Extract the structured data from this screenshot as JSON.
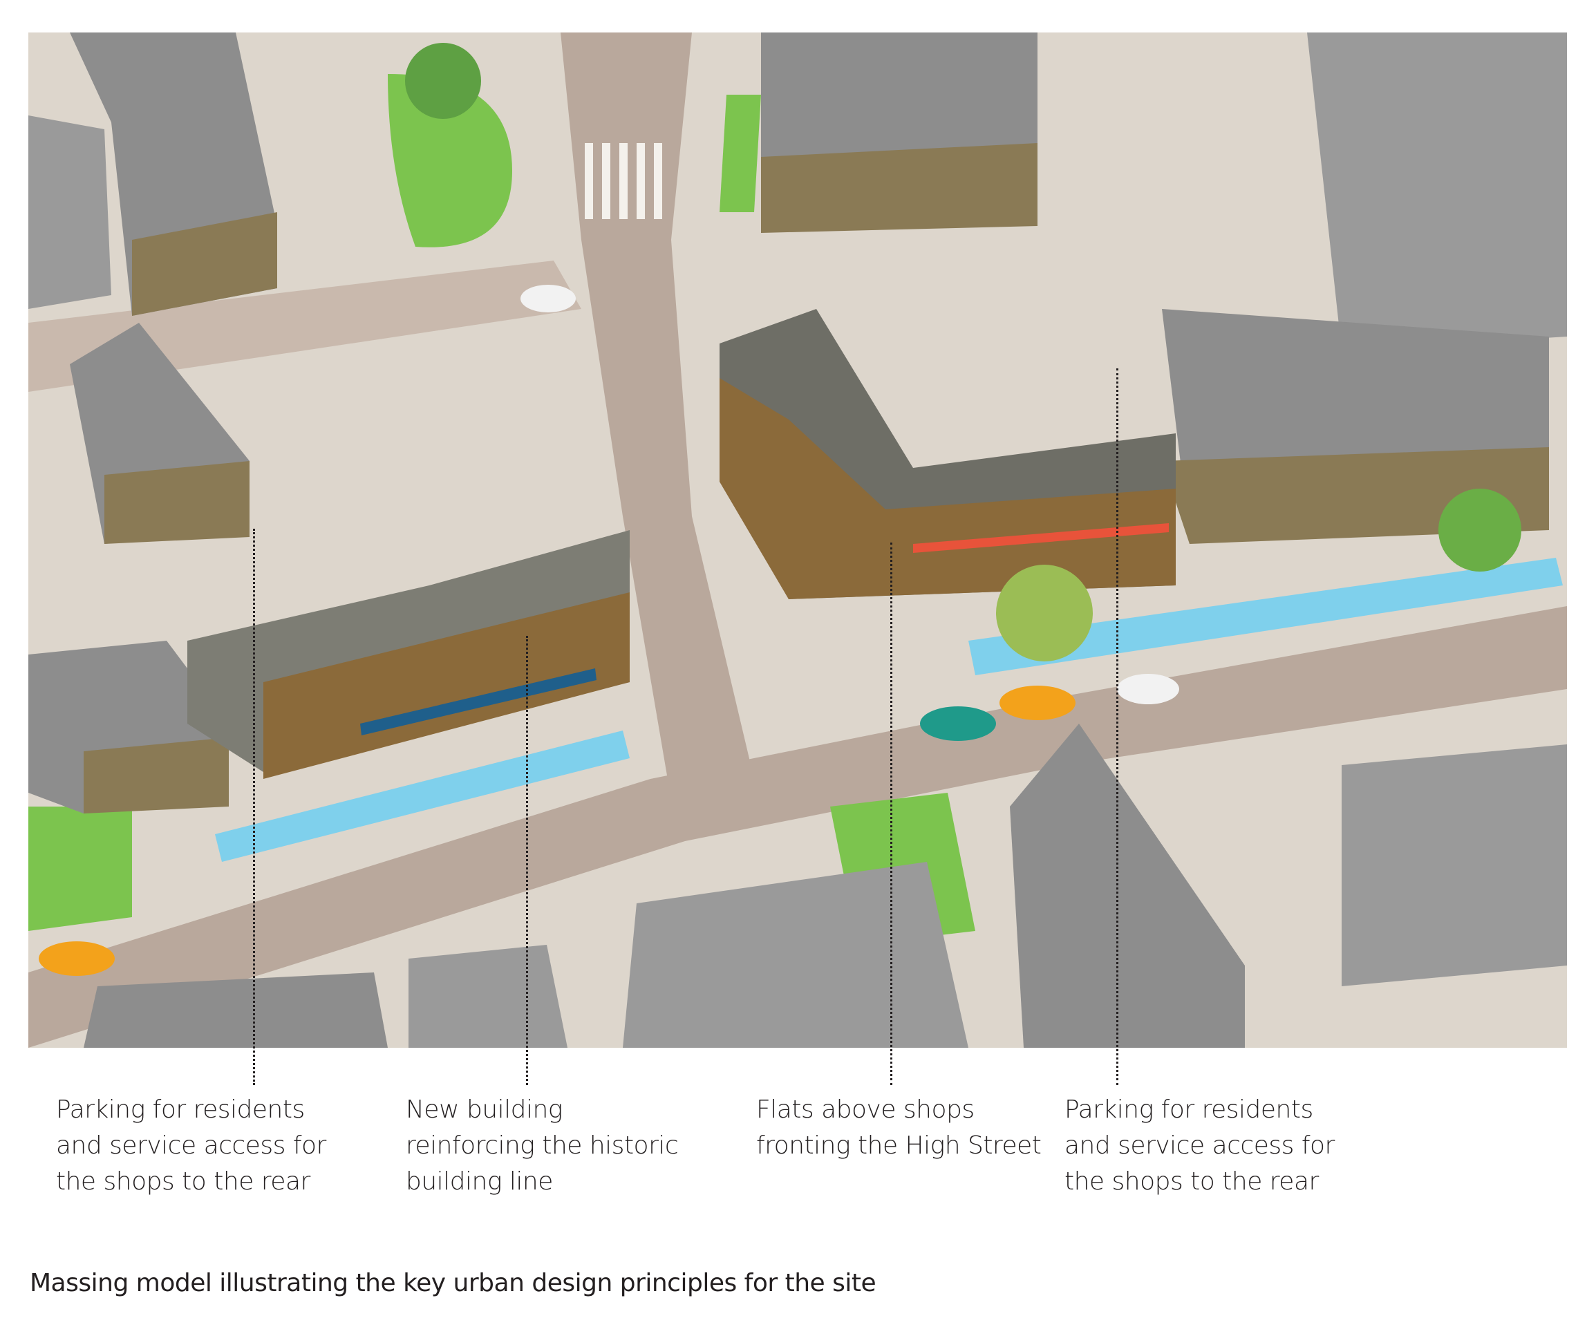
{
  "annotations": [
    {
      "text": "Parking for residents\nand service access for\nthe shops to the rear"
    },
    {
      "text": "New building\nreinforcing the historic\nbuilding line"
    },
    {
      "text": "Flats above shops\nfronting the High Street"
    },
    {
      "text": "Parking for residents\nand service access for\nthe shops to the rear"
    }
  ],
  "caption": "Massing model illustrating the key urban design principles for the site",
  "colors": {
    "ground": "#ddd6cc",
    "road": "#b9a89c",
    "grass": "#7cc44e",
    "roof": "#8d8d8d",
    "wall": "#8a7a55",
    "new_building": "#8b6a3a",
    "water": "#7fd0ec",
    "shopfront_red": "#e8533a",
    "shopfront_blue": "#1f5f8b"
  }
}
